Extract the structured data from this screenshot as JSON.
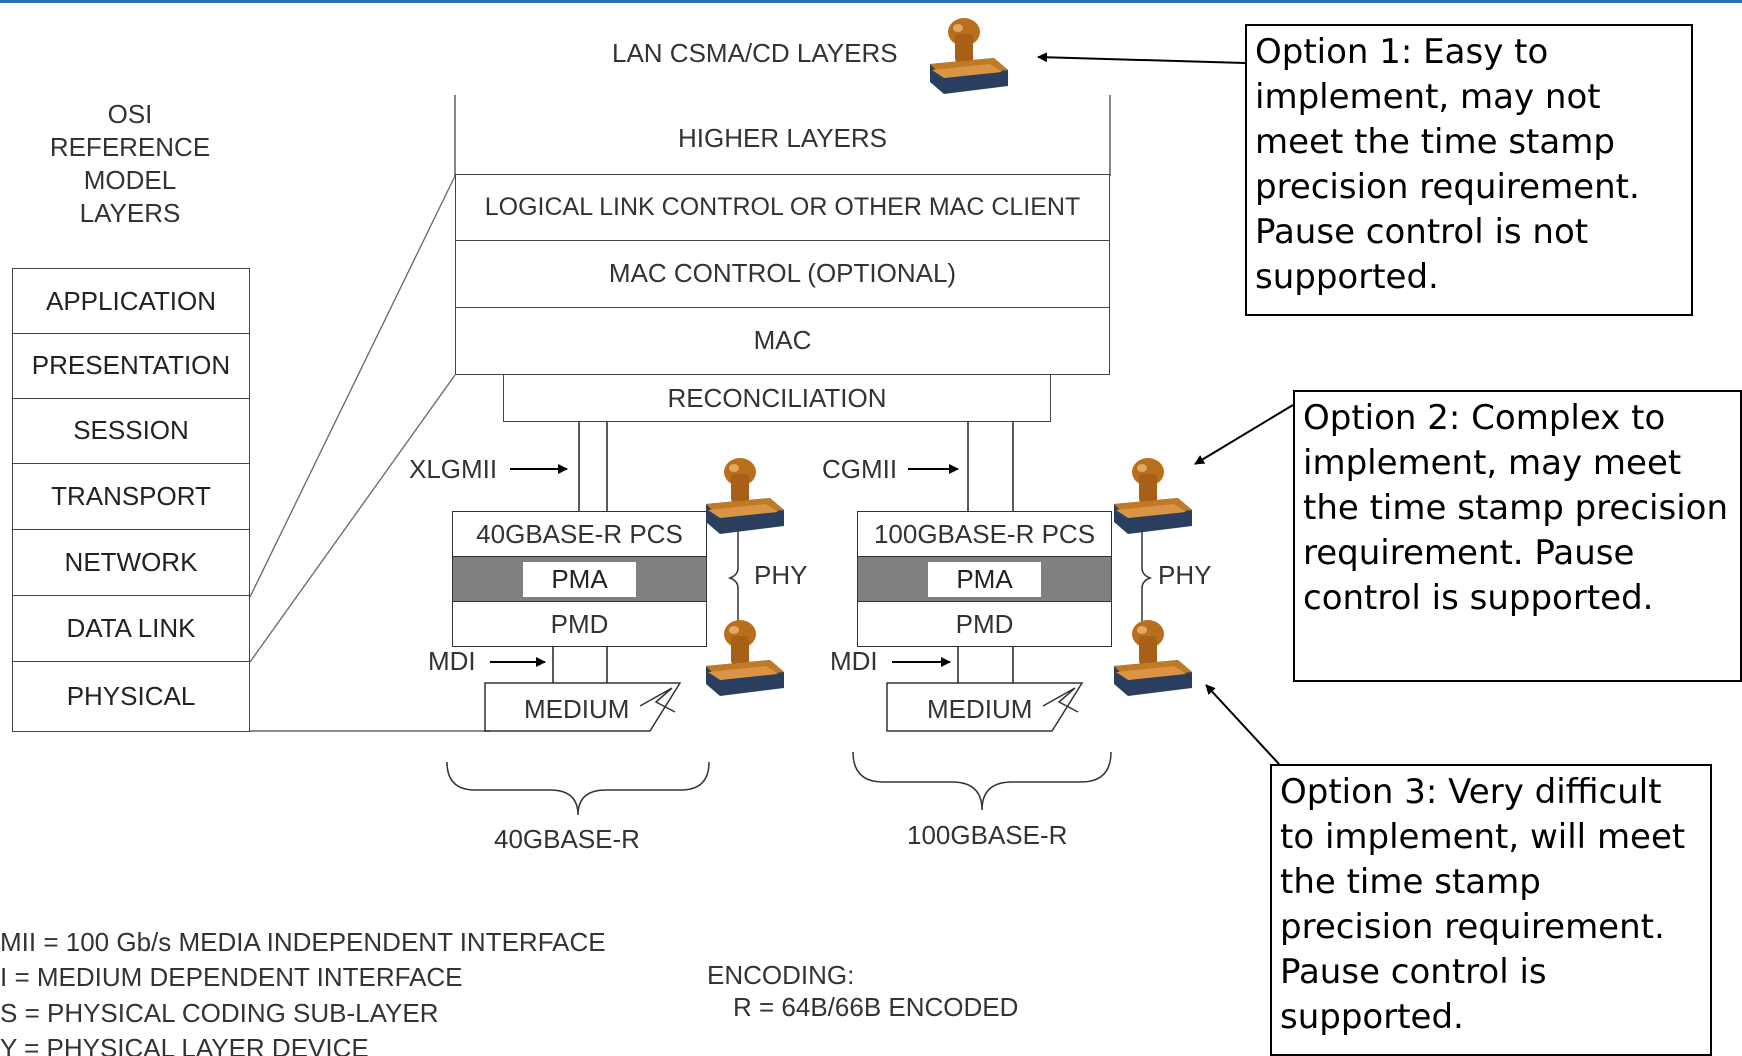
{
  "diagram": {
    "top_label": "LAN CSMA/CD LAYERS",
    "osi_title": [
      "OSI",
      "REFERENCE",
      "MODEL",
      "LAYERS"
    ],
    "osi_layers": [
      "APPLICATION",
      "PRESENTATION",
      "SESSION",
      "TRANSPORT",
      "NETWORK",
      "DATA LINK",
      "PHYSICAL"
    ],
    "lan_stack": {
      "higher": "HIGHER LAYERS",
      "llc": "LOGICAL LINK CONTROL OR OTHER MAC CLIENT",
      "mac_control": "MAC CONTROL (OPTIONAL)",
      "mac": "MAC",
      "reconciliation": "RECONCILIATION"
    },
    "left_phy": {
      "interface": "XLGMII",
      "pcs": "40GBASE-R PCS",
      "pma": "PMA",
      "pmd": "PMD",
      "mdi": "MDI",
      "medium": "MEDIUM",
      "phy": "PHY",
      "group": "40GBASE-R"
    },
    "right_phy": {
      "interface": "CGMII",
      "pcs": "100GBASE-R PCS",
      "pma": "PMA",
      "pmd": "PMD",
      "mdi": "MDI",
      "medium": "MEDIUM",
      "phy": "PHY",
      "group": "100GBASE-R"
    },
    "legend": [
      "MII = 100 Gb/s MEDIA INDEPENDENT INTERFACE",
      "I = MEDIUM DEPENDENT INTERFACE",
      "S = PHYSICAL CODING SUB-LAYER",
      "Y = PHYSICAL LAYER DEVICE"
    ],
    "encoding": {
      "title": "ENCODING:",
      "value": "R = 64B/66B ENCODED"
    },
    "stamp_icon": "rubber-stamp-icon"
  },
  "options": [
    {
      "text": "Option 1: Easy to implement, may not meet the time stamp precision requirement. Pause control is not supported."
    },
    {
      "text": "Option 2: Complex to implement, may meet the time stamp precision requirement. Pause control is supported."
    },
    {
      "text": "Option 3: Very difficult to implement, will meet the time stamp precision requirement. Pause control is supported."
    }
  ],
  "colors": {
    "top_bar": "#2f6db5",
    "pma_band": "#808080",
    "stamp_handle": "#b8701e",
    "stamp_base": "#2a3f5f"
  }
}
